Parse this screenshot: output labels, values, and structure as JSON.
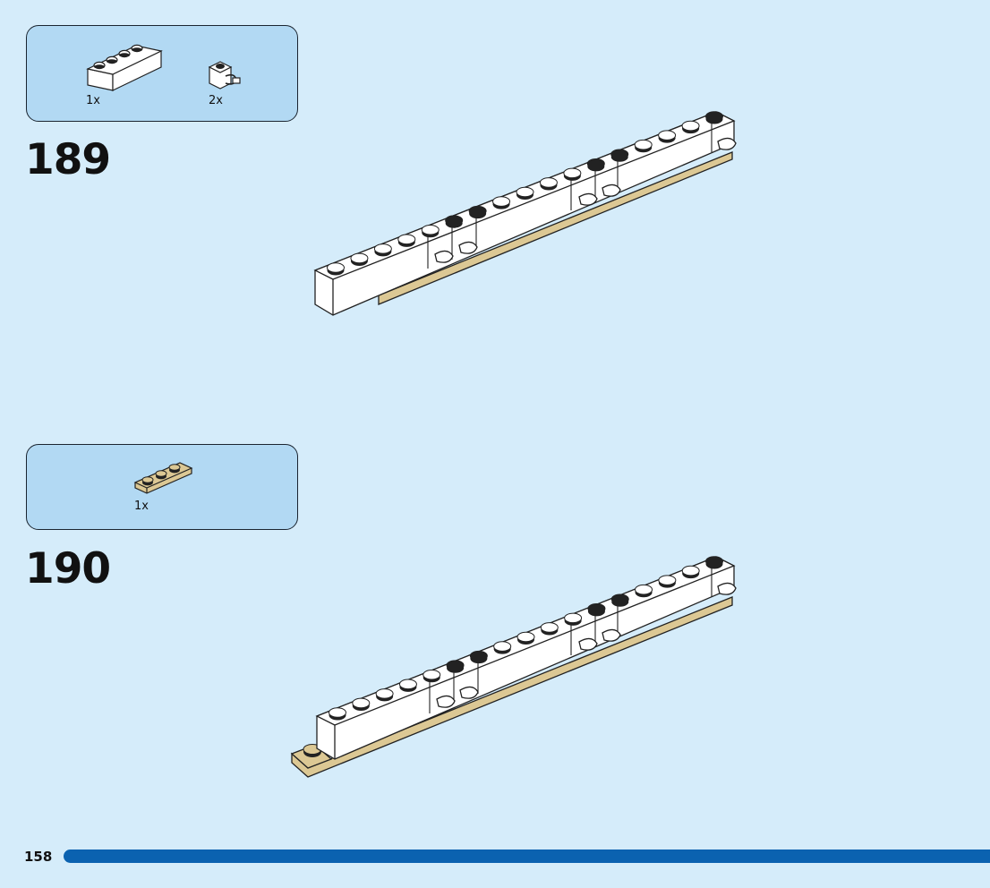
{
  "steps": [
    {
      "number": "189",
      "parts": [
        {
          "qty": "1x",
          "icon": "white-brick-1x4-icon"
        },
        {
          "qty": "2x",
          "icon": "white-brick-1x1-clip-icon"
        }
      ]
    },
    {
      "number": "190",
      "parts": [
        {
          "qty": "1x",
          "icon": "tan-plate-1x3-icon"
        }
      ]
    }
  ],
  "page": {
    "number": "158"
  },
  "colors": {
    "background": "#d5ecfa",
    "parts_box": "#b2d9f3",
    "brick": "#ffffff",
    "tan": "#dcc894",
    "progress": "#0b62b0"
  }
}
